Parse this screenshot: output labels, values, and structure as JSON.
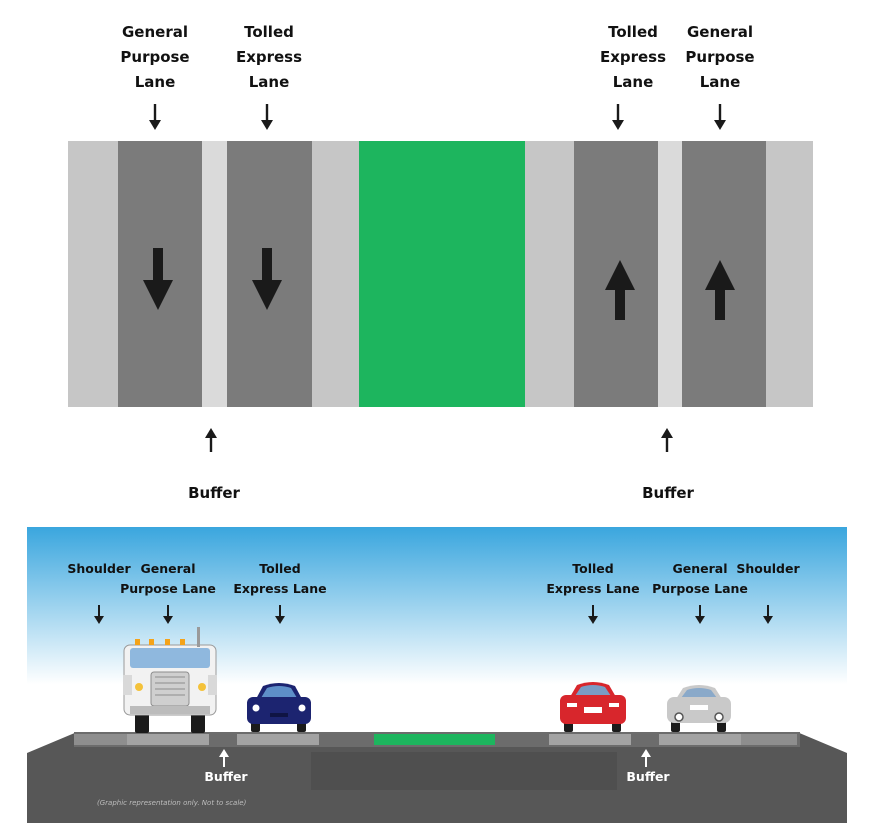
{
  "plan_view": {
    "labels": {
      "left_general": [
        "General",
        "Purpose",
        "Lane"
      ],
      "left_tolled": [
        "Tolled",
        "Express",
        "Lane"
      ],
      "right_tolled": [
        "Tolled",
        "Express",
        "Lane"
      ],
      "right_general": [
        "General",
        "Purpose",
        "Lane"
      ],
      "buffer_left": "Buffer",
      "buffer_right": "Buffer"
    },
    "colors": {
      "shoulder": "#c6c6c6",
      "lane": "#7b7b7b",
      "buffer": "#dadada",
      "median": "#1db55e",
      "arrow": "#1a1a1a"
    },
    "directions": {
      "left_lanes": "down",
      "right_lanes": "up"
    }
  },
  "cross_section": {
    "labels": {
      "shoulder_left": "Shoulder",
      "general_left": [
        "General",
        "Purpose Lane"
      ],
      "tolled_left": [
        "Tolled",
        "Express Lane"
      ],
      "tolled_right": [
        "Tolled",
        "Express Lane"
      ],
      "general_right": [
        "General",
        "Purpose Lane"
      ],
      "shoulder_right": "Shoulder",
      "buffer_left": "Buffer",
      "buffer_right": "Buffer"
    },
    "disclaimer": "(Graphic representation only. Not to scale)",
    "colors": {
      "sky_top": "#3aa6de",
      "sky_bottom": "#ffffff",
      "road": "#575757",
      "median": "#1db55e",
      "truck": "#f2f2f2",
      "blue_car": "#1c2470",
      "red_car": "#d8262c",
      "silver_car": "#c9c9c9"
    },
    "vehicles": [
      "truck-icon",
      "blue-car-icon",
      "red-car-icon",
      "silver-car-icon"
    ]
  }
}
